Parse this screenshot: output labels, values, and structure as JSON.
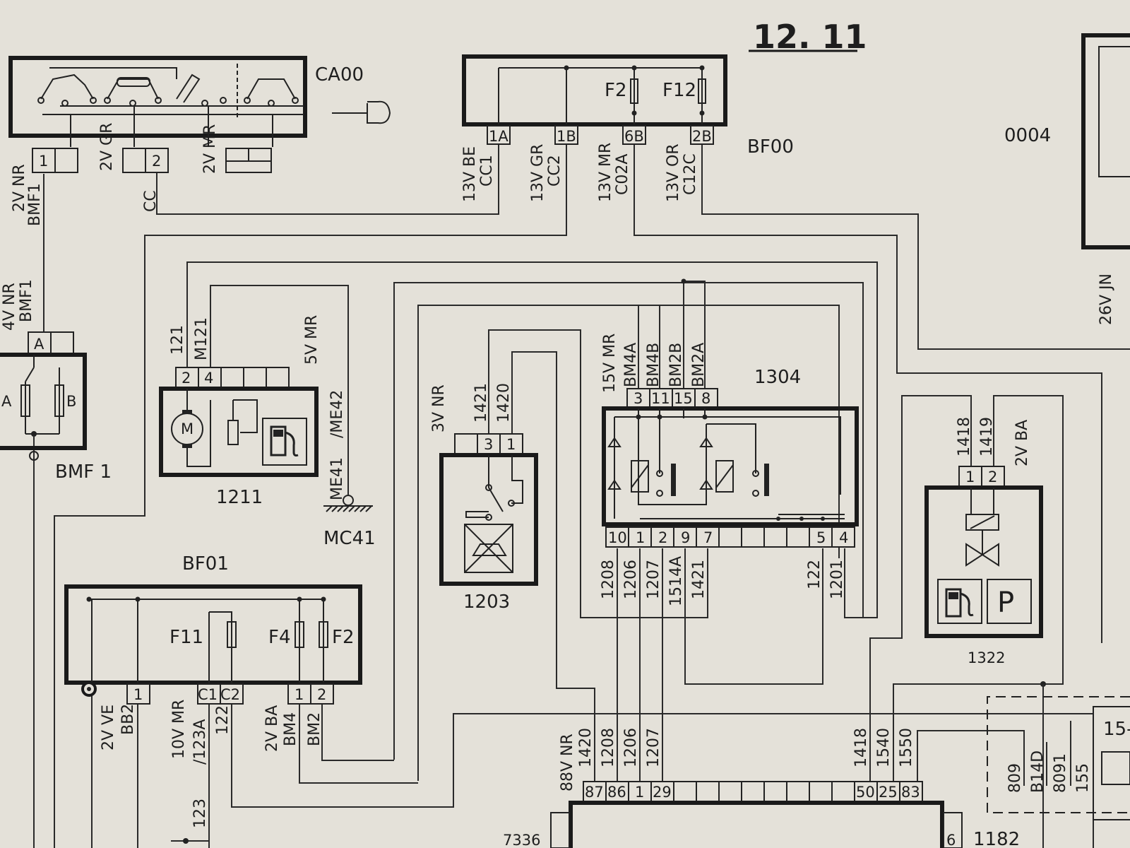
{
  "sheet": {
    "page_number": "12. 11"
  },
  "components": {
    "ca00": {
      "ref": "CA00",
      "pins": [
        "1",
        "2"
      ]
    },
    "bf00": {
      "ref": "BF00",
      "fuses": [
        "F2",
        "F12"
      ],
      "pins": [
        "1A",
        "1B",
        "6B",
        "2B"
      ]
    },
    "ref_0004": {
      "ref": "0004"
    },
    "bmf1": {
      "ref": "BMF 1",
      "fuses": [
        "A",
        "B"
      ],
      "pins": [
        "A"
      ]
    },
    "c1211": {
      "ref": "1211",
      "pins": [
        "2",
        "4"
      ]
    },
    "mc41": {
      "ref": "MC41"
    },
    "c1203": {
      "ref": "1203",
      "pins": [
        "3",
        "1"
      ]
    },
    "c1304": {
      "ref": "1304",
      "top_pins": [
        "3",
        "11",
        "15",
        "8"
      ],
      "bottom_pins": [
        "10",
        "1",
        "2",
        "9",
        "7",
        "5",
        "4"
      ]
    },
    "c1322": {
      "ref": "1322",
      "pins": [
        "1",
        "2"
      ],
      "p_symbol": "P"
    },
    "bf01": {
      "ref": "BF01",
      "fuses": [
        "F11",
        "F4",
        "F2"
      ],
      "pins": [
        "1",
        "C1",
        "C2",
        "1",
        "2"
      ]
    },
    "c7336": {
      "ref": "7336",
      "pins": [
        "87",
        "86",
        "1",
        "29",
        "50",
        "25",
        "83"
      ]
    },
    "c1182": {
      "ref": "1182",
      "pin": "6"
    },
    "c15": {
      "ref_fragment": "15-"
    }
  },
  "wire_labels": {
    "ca00_conn1": "2V NR",
    "ca00_bmf1": "BMF1",
    "ca00_conn2": "2V GR",
    "ca00_cc": "CC",
    "ca00_conn3": "2V MR",
    "bf00_cc1_a": "13V BE",
    "bf00_cc1_b": "CC1",
    "bf00_cc2_a": "13V GR",
    "bf00_cc2_b": "CC2",
    "bf00_c02a_a": "13V MR",
    "bf00_c02a_b": "C02A",
    "bf00_c12c_a": "13V OR",
    "bf00_c12c_b": "C12C",
    "bmf1_conn_a": "4V NR",
    "bmf1_conn_b": "BMF1",
    "c1211_w1": "121",
    "c1211_w2": "M121",
    "c1211_conn": "5V MR",
    "me42": "/ME42",
    "me41": "ME41",
    "c1203_conn": "3V NR",
    "c1203_w1": "1421",
    "c1203_w2": "1420",
    "c1304_conn": "15V MR",
    "c1304_t1": "BM4A",
    "c1304_t2": "BM4B",
    "c1304_t3": "BM2B",
    "c1304_t4": "BM2A",
    "c1304_b1": "1208",
    "c1304_b2": "1206",
    "c1304_b3": "1207",
    "c1304_b4": "1514A",
    "c1304_b5": "1421",
    "c1304_b6": "122",
    "c1304_b7": "1201",
    "c1322_w1": "1418",
    "c1322_w2": "1419",
    "c1322_conn": "2V BA",
    "right_conn_a": "26V JN",
    "bf01_ve_a": "2V VE",
    "bf01_ve_b": "BB2",
    "bf01_mr_a": "10V MR",
    "bf01_mr_b": "/123A",
    "bf01_122": "122",
    "bf01_ba_a": "2V BA",
    "bf01_ba_b": "BM4",
    "bf01_ba_c": "BM2",
    "bf01_123": "123",
    "c7336_conn": "88V NR",
    "c7336_w1": "1420",
    "c7336_w2": "1208",
    "c7336_w3": "1206",
    "c7336_w4": "1207",
    "c7336_w5": "1418",
    "c7336_w6": "1540",
    "c7336_w7": "1550",
    "r_w1": "809",
    "r_w2": "B14D",
    "r_w3": "8091",
    "r_w4": "155"
  }
}
